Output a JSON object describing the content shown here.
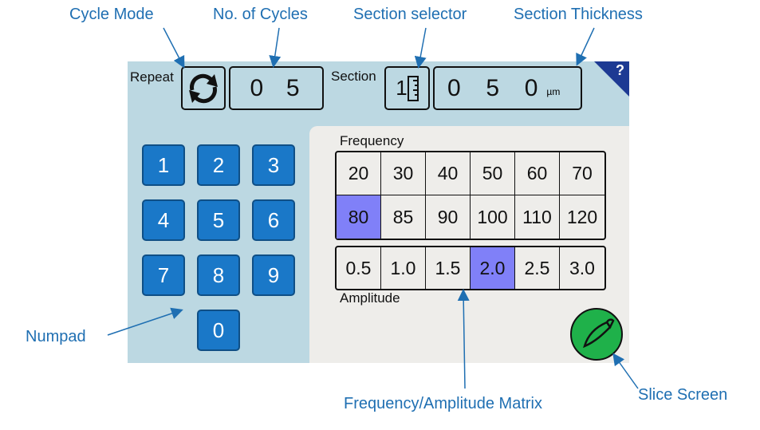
{
  "callouts": {
    "cycle_mode": "Cycle Mode",
    "no_of_cycles": "No. of Cycles",
    "section_selector": "Section selector",
    "section_thickness": "Section Thickness",
    "numpad": "Numpad",
    "matrix": "Frequency/Amplitude Matrix",
    "slice_screen": "Slice Screen"
  },
  "header": {
    "repeat_label": "Repeat",
    "cycles_digits": "0  5",
    "section_label": "Section",
    "section_icon_text": "1",
    "thickness_digits": "0  5  0",
    "thickness_unit": "µm",
    "help_symbol": "?"
  },
  "icons": {
    "cycle_mode": "cycle-icon",
    "section": "section-ruler-icon",
    "help": "help-icon",
    "slice": "blade-icon"
  },
  "numpad": [
    "1",
    "2",
    "3",
    "4",
    "5",
    "6",
    "7",
    "8",
    "9",
    "0"
  ],
  "frequency": {
    "label": "Frequency",
    "rows": [
      [
        "20",
        "30",
        "40",
        "50",
        "60",
        "70"
      ],
      [
        "80",
        "85",
        "90",
        "100",
        "110",
        "120"
      ]
    ],
    "selected": "80"
  },
  "amplitude": {
    "label": "Amplitude",
    "values": [
      "0.5",
      "1.0",
      "1.5",
      "2.0",
      "2.5",
      "3.0"
    ],
    "selected": "2.0"
  },
  "colors": {
    "callout_text": "#1f6fb2",
    "device_bg": "#bcd8e2",
    "panel_bg": "#eeedea",
    "key_fill": "#1a78c8",
    "selected_cell": "#8080f8",
    "help_corner": "#1d3a93",
    "slice_button": "#1fb14a"
  }
}
